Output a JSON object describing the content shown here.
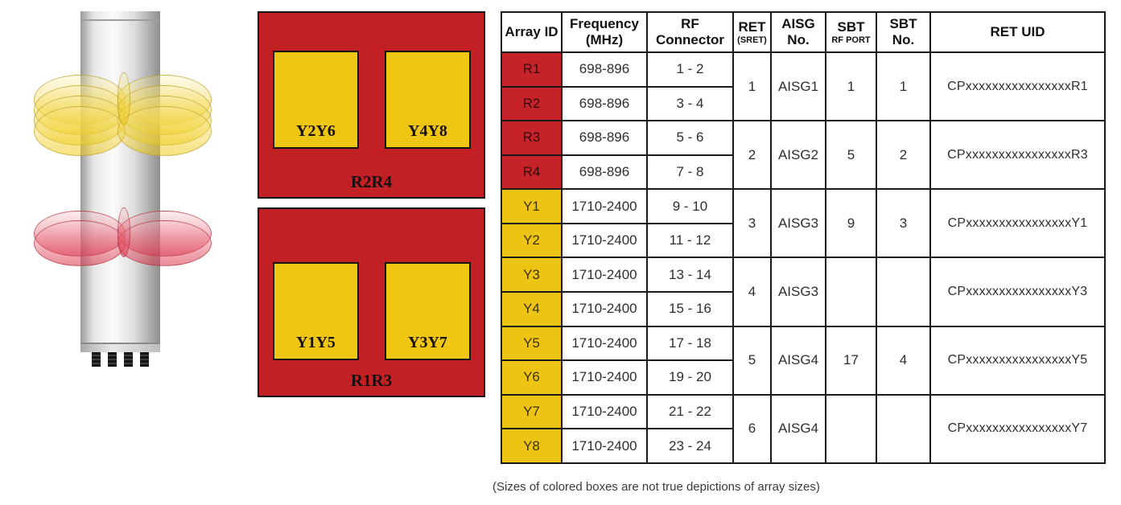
{
  "caption": "(Sizes of colored boxes are not true depictions of array sizes)",
  "antenna": {
    "beam_upper_color": "#EEC814",
    "beam_lower_color": "#DA2D46",
    "pin_count": 4
  },
  "array_boxes": [
    {
      "name": "R2R4",
      "subarrays": [
        "Y2Y6",
        "Y4Y8"
      ]
    },
    {
      "name": "R1R3",
      "subarrays": [
        "Y1Y5",
        "Y3Y7"
      ]
    }
  ],
  "colors": {
    "red_cell": "#C6222A",
    "yellow_cell": "#EEC414",
    "border": "#1A1A1A"
  },
  "table": {
    "headers": [
      {
        "key": "array-id",
        "lines": [
          "Array ID"
        ],
        "small_second": false
      },
      {
        "key": "frequency",
        "lines": [
          "Frequency",
          "(MHz)"
        ],
        "small_second": false
      },
      {
        "key": "rf-connector",
        "lines": [
          "RF",
          "Connector"
        ],
        "small_second": false
      },
      {
        "key": "ret",
        "lines": [
          "RET",
          "(SRET)"
        ],
        "small_second": true
      },
      {
        "key": "aisg-no",
        "lines": [
          "AISG",
          "No."
        ],
        "small_second": false
      },
      {
        "key": "sbt-rf-port",
        "lines": [
          "SBT",
          "RF PORT"
        ],
        "small_second": true
      },
      {
        "key": "sbt-no",
        "lines": [
          "SBT",
          "No."
        ],
        "small_second": false
      },
      {
        "key": "ret-uid",
        "lines": [
          "RET UID"
        ],
        "small_second": false
      }
    ],
    "rows": [
      {
        "array_id": "R1",
        "color": "red",
        "frequency_mhz": "698-896",
        "rf_connector": "1 - 2"
      },
      {
        "array_id": "R2",
        "color": "red",
        "frequency_mhz": "698-896",
        "rf_connector": "3 - 4"
      },
      {
        "array_id": "R3",
        "color": "red",
        "frequency_mhz": "698-896",
        "rf_connector": "5 - 6"
      },
      {
        "array_id": "R4",
        "color": "red",
        "frequency_mhz": "698-896",
        "rf_connector": "7 - 8"
      },
      {
        "array_id": "Y1",
        "color": "yellow",
        "frequency_mhz": "1710-2400",
        "rf_connector": "9 - 10"
      },
      {
        "array_id": "Y2",
        "color": "yellow",
        "frequency_mhz": "1710-2400",
        "rf_connector": "11 - 12"
      },
      {
        "array_id": "Y3",
        "color": "yellow",
        "frequency_mhz": "1710-2400",
        "rf_connector": "13 - 14"
      },
      {
        "array_id": "Y4",
        "color": "yellow",
        "frequency_mhz": "1710-2400",
        "rf_connector": "15 - 16"
      },
      {
        "array_id": "Y5",
        "color": "yellow",
        "frequency_mhz": "1710-2400",
        "rf_connector": "17 - 18"
      },
      {
        "array_id": "Y6",
        "color": "yellow",
        "frequency_mhz": "1710-2400",
        "rf_connector": "19 - 20"
      },
      {
        "array_id": "Y7",
        "color": "yellow",
        "frequency_mhz": "1710-2400",
        "rf_connector": "21 - 22"
      },
      {
        "array_id": "Y8",
        "color": "yellow",
        "frequency_mhz": "1710-2400",
        "rf_connector": "23 - 24"
      }
    ],
    "groups": [
      {
        "ret": "1",
        "aisg_no": "AISG1",
        "sbt_rf_port": "1",
        "sbt_no": "1",
        "ret_uid": "CPxxxxxxxxxxxxxxxxR1"
      },
      {
        "ret": "2",
        "aisg_no": "AISG2",
        "sbt_rf_port": "5",
        "sbt_no": "2",
        "ret_uid": "CPxxxxxxxxxxxxxxxxR3"
      },
      {
        "ret": "3",
        "aisg_no": "AISG3",
        "sbt_rf_port": "9",
        "sbt_no": "3",
        "ret_uid": "CPxxxxxxxxxxxxxxxxY1"
      },
      {
        "ret": "4",
        "aisg_no": "AISG3",
        "sbt_rf_port": "",
        "sbt_no": "",
        "ret_uid": "CPxxxxxxxxxxxxxxxxY3"
      },
      {
        "ret": "5",
        "aisg_no": "AISG4",
        "sbt_rf_port": "17",
        "sbt_no": "4",
        "ret_uid": "CPxxxxxxxxxxxxxxxxY5"
      },
      {
        "ret": "6",
        "aisg_no": "AISG4",
        "sbt_rf_port": "",
        "sbt_no": "",
        "ret_uid": "CPxxxxxxxxxxxxxxxxY7"
      }
    ]
  }
}
